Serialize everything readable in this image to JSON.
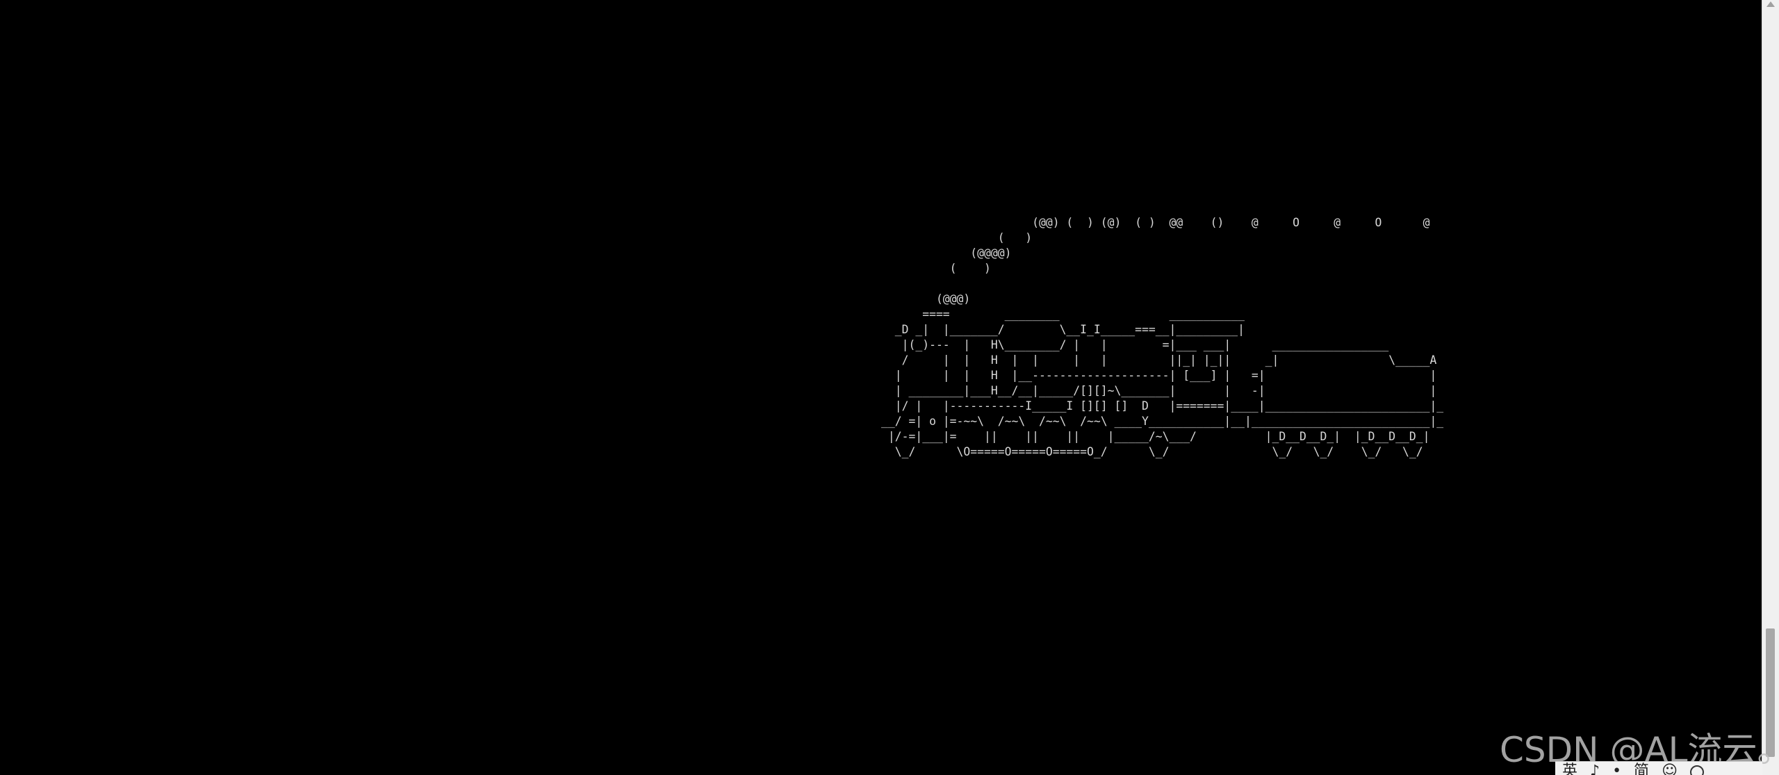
{
  "terminal": {
    "ascii_lines": [
      "                      (@@) (  ) (@)  ( )  @@    ()    @     O     @     O      @",
      "                 (   )",
      "             (@@@@)",
      "          (    )",
      "",
      "        (@@@)",
      "      ====        ________                ___________",
      "  _D _|  |_______/        \\__I_I_____===__|_________|",
      "   |(_)---  |   H\\________/ |   |        =|___ ___|      _________________",
      "   /     |  |   H  |  |     |   |         ||_| |_||     _|                \\_____A",
      "  |      |  |   H  |__--------------------| [___] |   =|                        |",
      "  | ________|___H__/__|_____/[][]~\\_______|       |   -|                        |",
      "  |/ |   |-----------I_____I [][] []  D   |=======|____|________________________|_",
      "__/ =| o |=-~~\\  /~~\\  /~~\\  /~~\\ ____Y___________|__|__________________________|_",
      " |/-=|___|=    ||    ||    ||    |_____/~\\___/          |_D__D__D_|  |_D__D__D_|",
      "  \\_/      \\O=====O=====O=====O_/      \\_/               \\_/   \\_/    \\_/   \\_/"
    ]
  },
  "watermark": {
    "text": "CSDN @AL流云。"
  },
  "taskbar": {
    "items": [
      "英",
      "♪",
      "•",
      "简",
      "☺"
    ]
  },
  "colors": {
    "background": "#000000",
    "text": "#d8d8d8"
  }
}
